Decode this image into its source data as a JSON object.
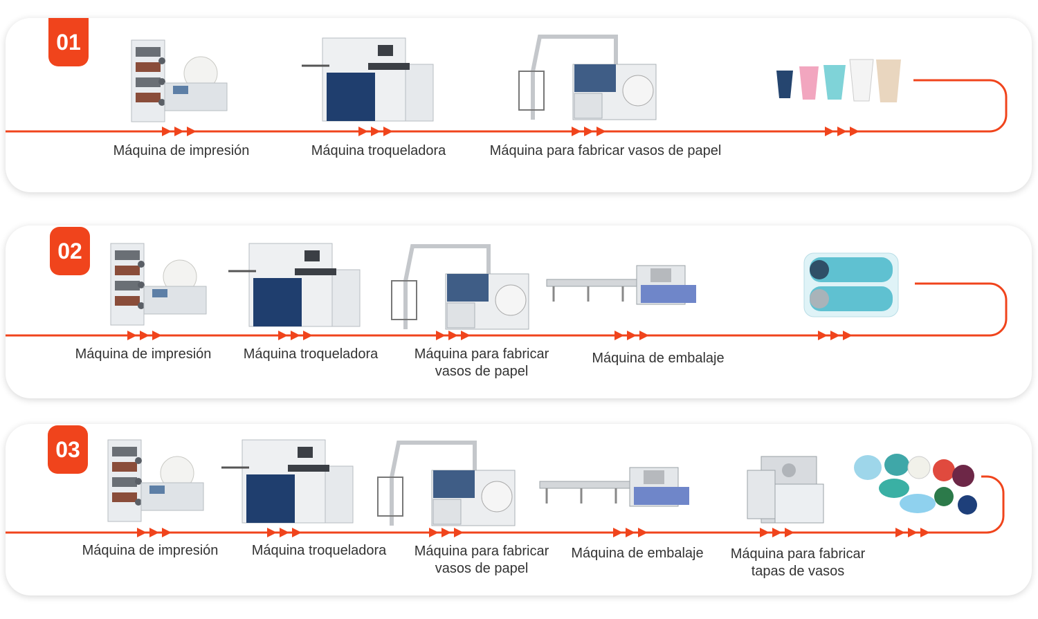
{
  "accent_color": "#f0441c",
  "rows": [
    {
      "number": "01",
      "labels": [
        {
          "lines": [
            "Máquina de impresión"
          ]
        },
        {
          "lines": [
            "Máquina troqueladora"
          ]
        },
        {
          "lines": [
            "Máquina para fabricar vasos de papel"
          ]
        }
      ],
      "product": "paper-cups-icon"
    },
    {
      "number": "02",
      "labels": [
        {
          "lines": [
            "Máquina de impresión"
          ]
        },
        {
          "lines": [
            "Máquina troqueladora"
          ]
        },
        {
          "lines": [
            "Máquina para fabricar",
            "vasos de papel"
          ]
        },
        {
          "lines": [
            "Máquina de embalaje"
          ]
        }
      ],
      "product": "packed-cups-icon"
    },
    {
      "number": "03",
      "labels": [
        {
          "lines": [
            "Máquina de impresión"
          ]
        },
        {
          "lines": [
            "Máquina troqueladora"
          ]
        },
        {
          "lines": [
            "Máquina para fabricar",
            "vasos de papel"
          ]
        },
        {
          "lines": [
            "Máquina de embalaje"
          ]
        },
        {
          "lines": [
            "Máquina para fabricar",
            "tapas de vasos"
          ]
        }
      ],
      "product": "ice-cream-tubs-icon"
    }
  ]
}
